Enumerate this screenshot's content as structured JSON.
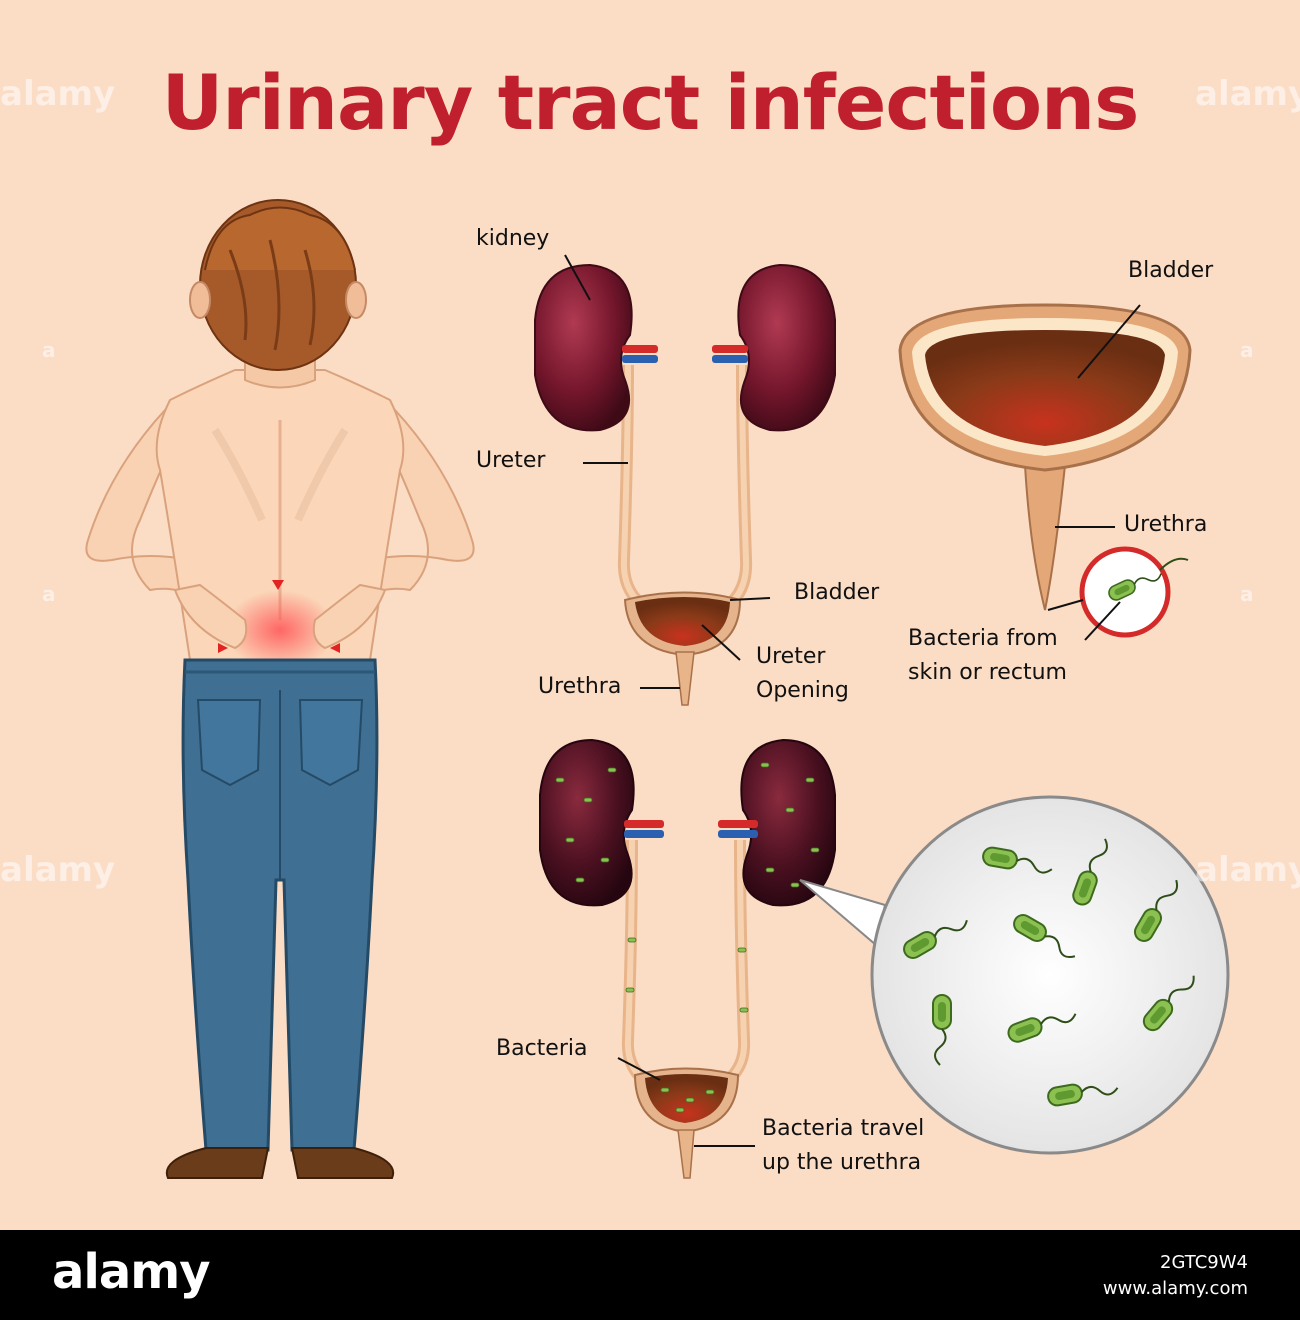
{
  "title": "Urinary tract infections",
  "labels": {
    "kidney": "kidney",
    "ureter": "Ureter",
    "bladder_top": "Bladder",
    "bladder_mid": "Bladder",
    "ureter_opening_1": "Ureter",
    "ureter_opening_2": "Opening",
    "urethra_mid": "Urethra",
    "urethra_right": "Urethra",
    "bacteria_source_1": "Bacteria from",
    "bacteria_source_2": "skin or rectum",
    "bacteria": "Bacteria",
    "bacteria_travel_1": "Bacteria travel",
    "bacteria_travel_2": "up the urethra"
  },
  "watermark": {
    "side": "alamy",
    "small": "a"
  },
  "footer": {
    "logo": "alamy",
    "image_id": "2GTC9W4",
    "site": "www.alamy.com"
  },
  "colors": {
    "background": "#fbdcc5",
    "title": "#c0202e",
    "kidney": "#6e1226",
    "bacteria": "#7fb848",
    "footer": "#000000"
  }
}
